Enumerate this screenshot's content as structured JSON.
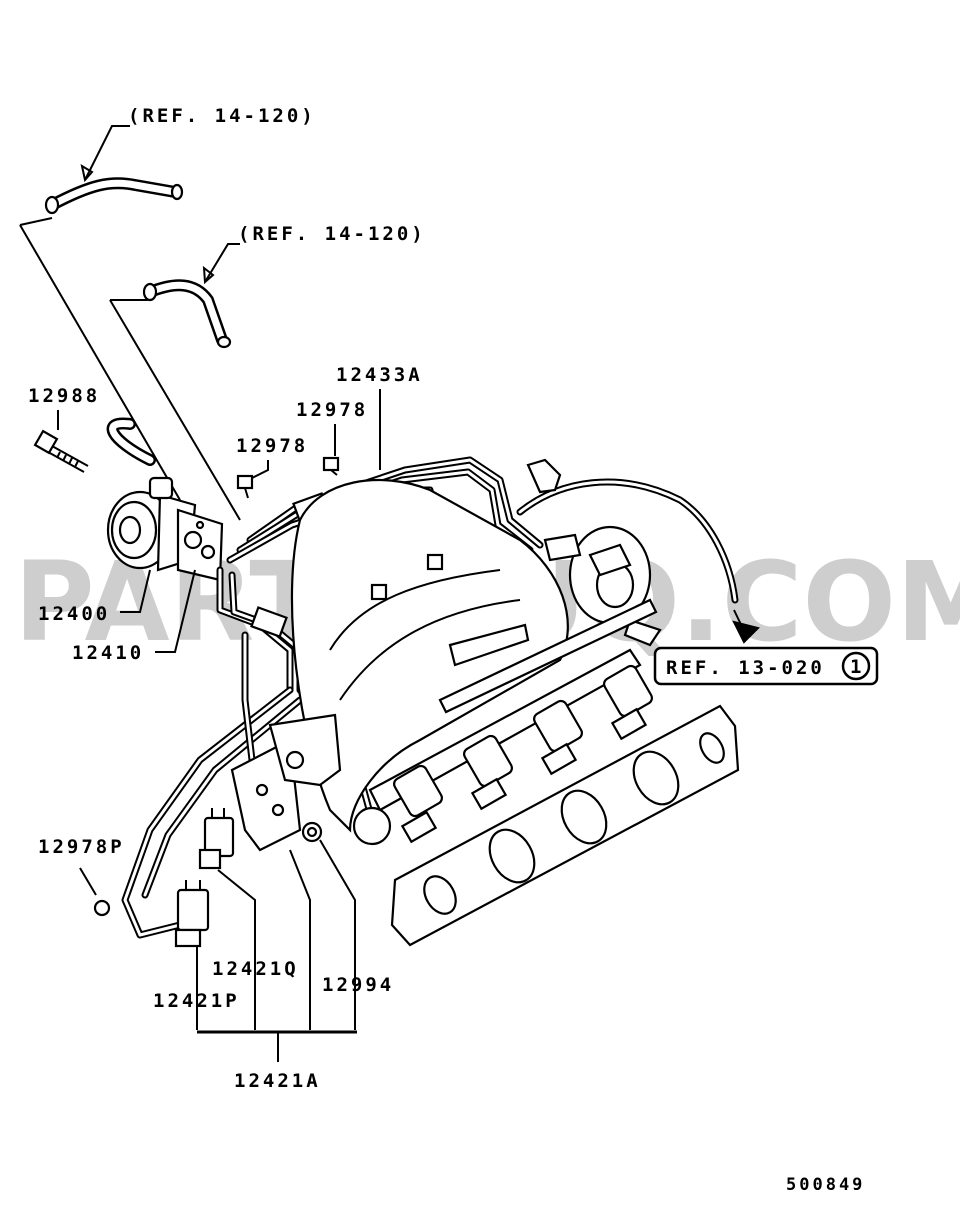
{
  "watermark": "PARTSOUQ.COM",
  "refs": {
    "hose_ref_top": "(REF. 14-120)",
    "hose_ref_mid": "(REF. 14-120)",
    "ref_13": "REF. 13-020",
    "ref_13_circle": "1"
  },
  "labels": {
    "p12433A": "12433A",
    "p12988": "12988",
    "p12978_a": "12978",
    "p12978_b": "12978",
    "p12400": "12400",
    "p12410": "12410",
    "p12978P": "12978P",
    "p12421Q": "12421Q",
    "p12994": "12994",
    "p12421P": "12421P",
    "p12421A": "12421A"
  },
  "diagram_id": "500849"
}
